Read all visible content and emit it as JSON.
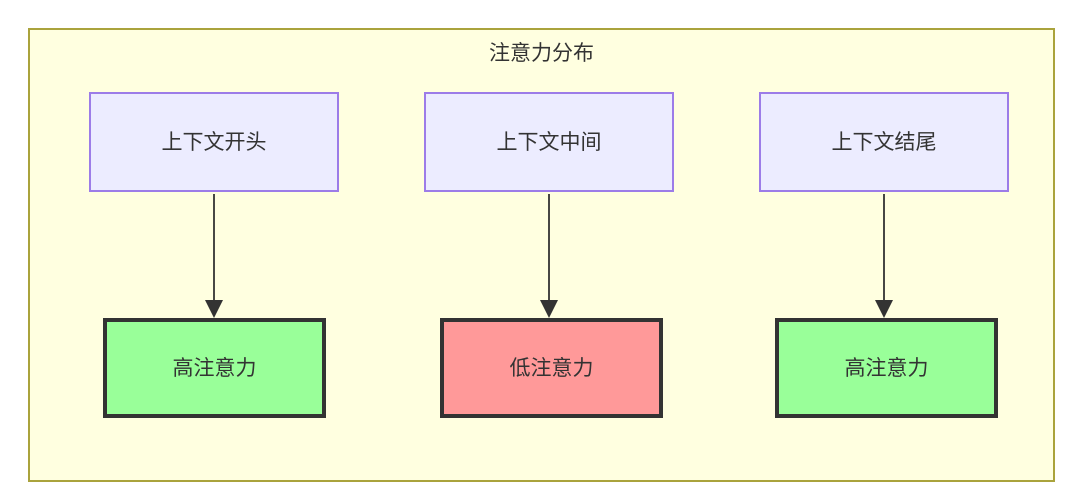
{
  "diagram": {
    "type": "flowchart",
    "title": "注意力分布",
    "container": {
      "label": "注意力分布",
      "fill_color": "#ffffe0",
      "border_color": "#aaa33c"
    },
    "palette": {
      "context_fill": "#ececff",
      "context_border": "#9c7ce8",
      "high_attention_fill": "#99ff99",
      "low_attention_fill": "#ff9999",
      "node_border_dark": "#333333",
      "text_color": "#333333",
      "edge_color": "#333333"
    },
    "columns": [
      {
        "context": {
          "label": "上下文开头"
        },
        "attention": {
          "label": "高注意力",
          "level": "high"
        }
      },
      {
        "context": {
          "label": "上下文中间"
        },
        "attention": {
          "label": "低注意力",
          "level": "low"
        }
      },
      {
        "context": {
          "label": "上下文结尾"
        },
        "attention": {
          "label": "高注意力",
          "level": "high"
        }
      }
    ],
    "edges": [
      {
        "from": "上下文开头",
        "to": "高注意力",
        "arrow": "down"
      },
      {
        "from": "上下文中间",
        "to": "低注意力",
        "arrow": "down"
      },
      {
        "from": "上下文结尾",
        "to": "高注意力",
        "arrow": "down"
      }
    ]
  }
}
